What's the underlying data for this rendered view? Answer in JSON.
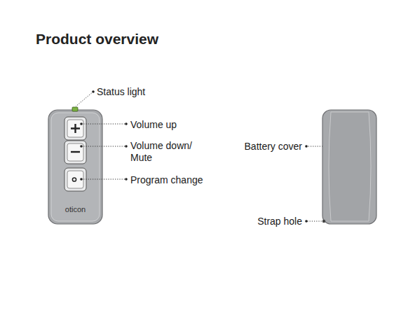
{
  "diagram": {
    "title": "Product overview",
    "labels": [
      "Status light",
      "Volume up",
      "Volume down/ Mute",
      "Program change",
      "oticon",
      "Battery cover",
      "Strap hole"
    ]
  }
}
